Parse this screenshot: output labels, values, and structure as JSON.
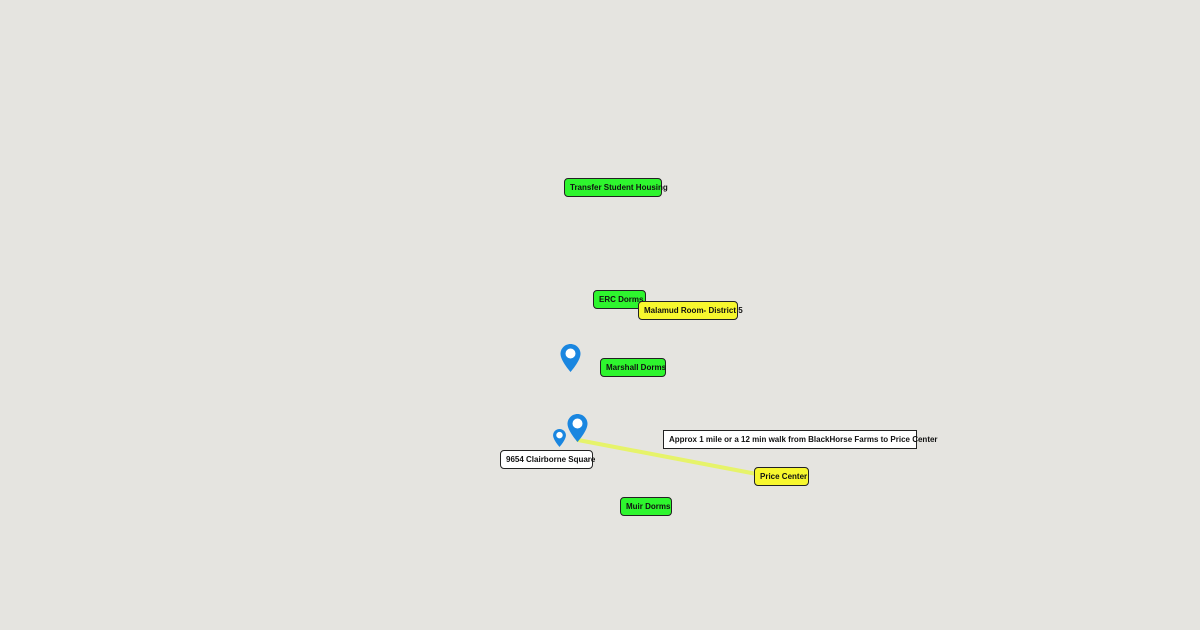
{
  "map": {
    "labels": {
      "transfer": "Transfer Student Housing",
      "erc": "ERC Dorms",
      "malamud": "Malamud Room- District 5",
      "marshall": "Marshall Dorms",
      "clairborne": "9654 Clairborne Square",
      "note": "Approx 1 mile or a 12 min walk from BlackHorse Farms to Price Center",
      "price": "Price Center",
      "muir": "Muir Dorms"
    },
    "colors": {
      "background": "#e5e4e0",
      "dorm_label": "#2ef52e",
      "venue_label": "#f7f72e",
      "route": "#e6f36a",
      "pin": "#1a86e0"
    }
  }
}
